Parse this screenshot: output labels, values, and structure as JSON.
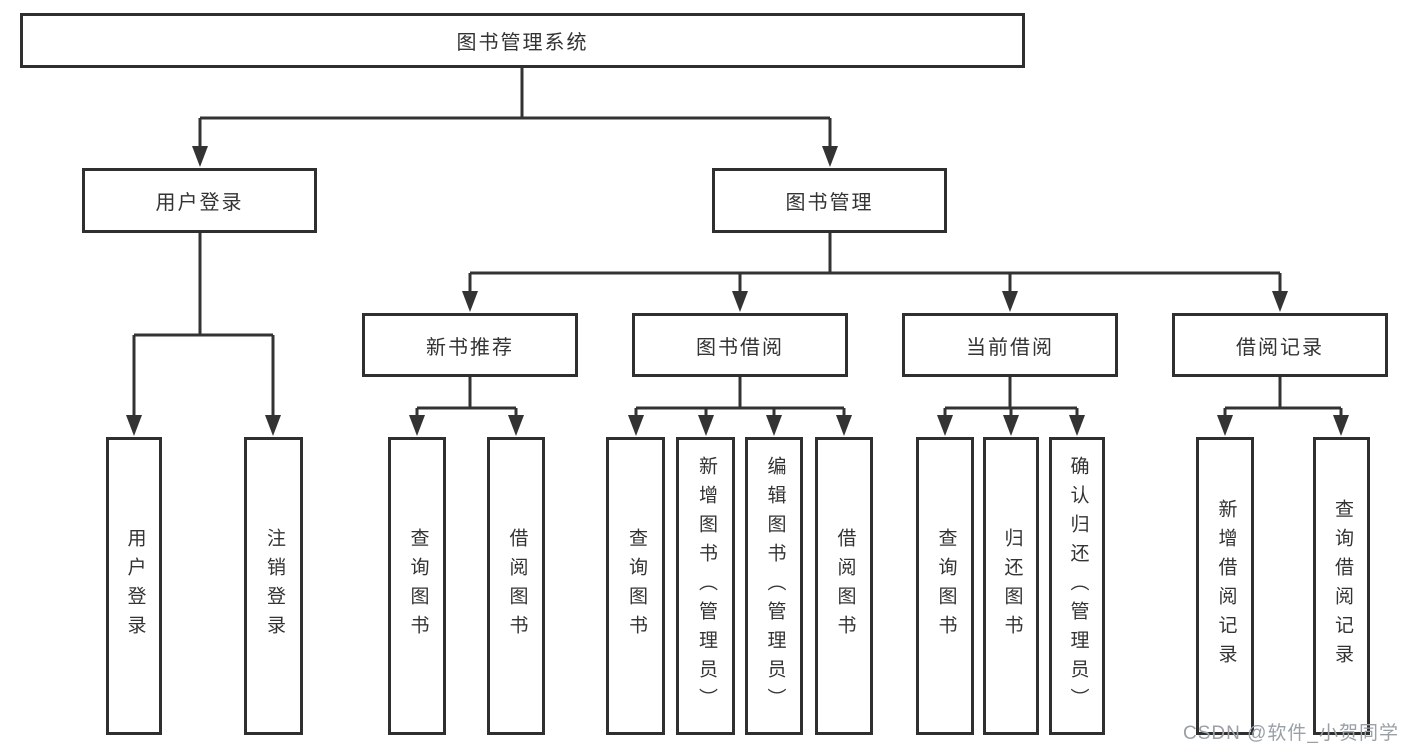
{
  "colors": {
    "line": "#333333",
    "box_border": "#2f2f2f",
    "box_background": "#ffffff",
    "text": "#333333",
    "watermark_text_color": "#9aa0a6"
  },
  "watermark": "CSDN @软件_小贺同学",
  "tree": {
    "root": "图书管理系统",
    "branches": [
      {
        "label": "用户登录",
        "children": [
          "用户登录",
          "注销登录"
        ]
      },
      {
        "label": "图书管理",
        "sections": [
          {
            "label": "新书推荐",
            "children": [
              "查询图书",
              "借阅图书"
            ]
          },
          {
            "label": "图书借阅",
            "children": [
              "查询图书",
              "新增图书（管理员）",
              "编辑图书（管理员）",
              "借阅图书"
            ]
          },
          {
            "label": "当前借阅",
            "children": [
              "查询图书",
              "归还图书",
              "确认归还（管理员）"
            ]
          },
          {
            "label": "借阅记录",
            "children": [
              "新增借阅记录",
              "查询借阅记录"
            ]
          }
        ]
      }
    ]
  }
}
